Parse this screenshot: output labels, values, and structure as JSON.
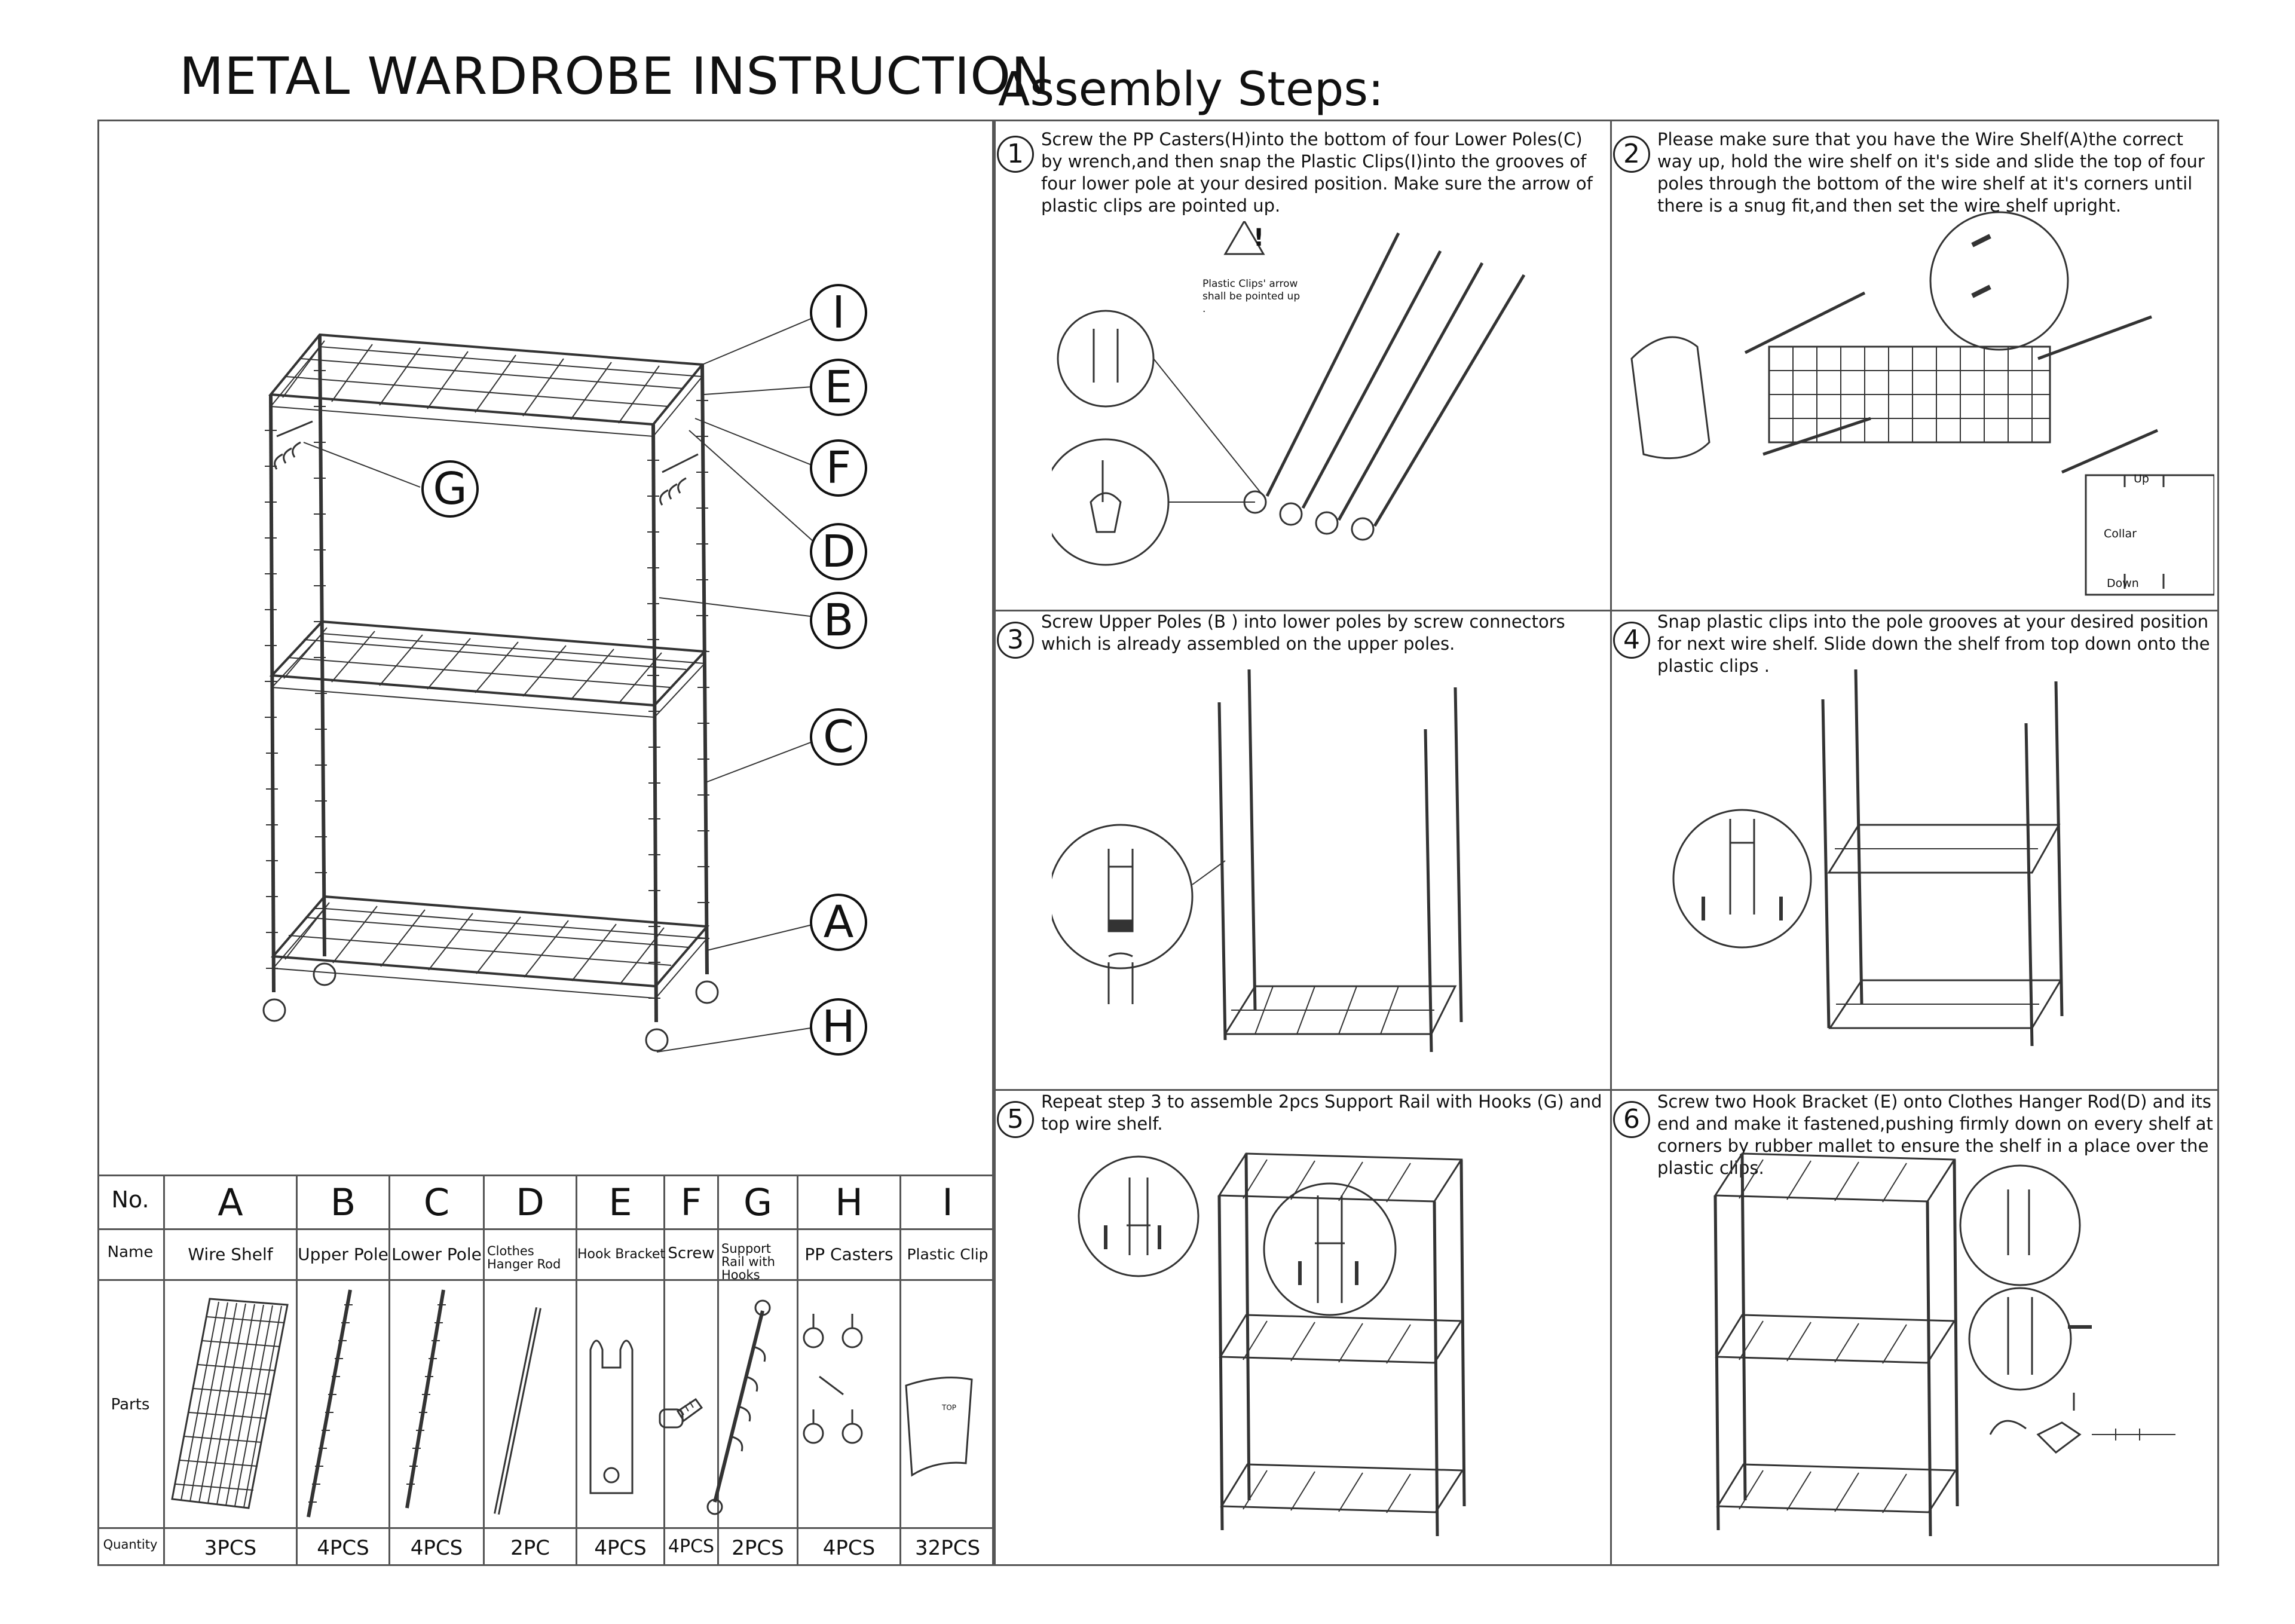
{
  "title": "METAL WARDROBE INSTRUCTION",
  "subtitle": "Assembly Steps:",
  "callouts": [
    "I",
    "E",
    "F",
    "G",
    "D",
    "B",
    "C",
    "A",
    "H"
  ],
  "parts_table": {
    "row_labels": {
      "no": "No.",
      "name": "Name",
      "parts": "Parts",
      "quantity": "Quantity"
    },
    "columns": [
      {
        "code": "A",
        "name": "Wire Shelf",
        "qty": "3PCS"
      },
      {
        "code": "B",
        "name": "Upper Pole",
        "qty": "4PCS"
      },
      {
        "code": "C",
        "name": "Lower Pole",
        "qty": "4PCS"
      },
      {
        "code": "D",
        "name": "Clothes Hanger Rod",
        "qty": "2PC"
      },
      {
        "code": "E",
        "name": "Hook Bracket",
        "qty": "4PCS"
      },
      {
        "code": "F",
        "name": "Screw",
        "qty": "4PCS"
      },
      {
        "code": "G",
        "name": "Support Rail with Hooks",
        "qty": "2PCS"
      },
      {
        "code": "H",
        "name": "PP Casters",
        "qty": "4PCS"
      },
      {
        "code": "I",
        "name": "Plastic Clip",
        "qty": "32PCS"
      }
    ]
  },
  "steps": [
    {
      "num": "1",
      "text": "Screw the PP Casters(H)into the bottom of four Lower Poles(C) by wrench,and then snap the Plastic Clips(I)into the grooves of four lower pole at your desired position. Make sure the arrow of plastic clips are pointed up."
    },
    {
      "num": "2",
      "text": "Please make sure that you have the Wire Shelf(A)the correct way up, hold the wire shelf on it's side and slide the top of four poles through the bottom of the wire shelf at it's corners until there is a snug fit,and then set the wire shelf upright."
    },
    {
      "num": "3",
      "text": "Screw Upper Poles (B ) into lower poles by screw connectors which is already assembled on the upper poles."
    },
    {
      "num": "4",
      "text": "Snap plastic clips into the pole grooves at your desired position for next wire shelf. Slide down the shelf from top down onto the plastic clips ."
    },
    {
      "num": "5",
      "text": "Repeat step 3 to assemble 2pcs Support Rail with Hooks (G) and top wire shelf."
    },
    {
      "num": "6",
      "text": "Screw two Hook Bracket (E) onto Clothes Hanger Rod(D) and its end and make it fastened,pushing firmly down on every shelf at corners by rubber mallet to ensure the shelf in a place over the plastic clips."
    }
  ],
  "annotations": {
    "clip_warning": "Plastic Clips' arrow shall be pointed up .",
    "warning_mark": "!",
    "collar": "Collar",
    "up": "Up",
    "down": "Down",
    "clip_text": "TOP"
  }
}
